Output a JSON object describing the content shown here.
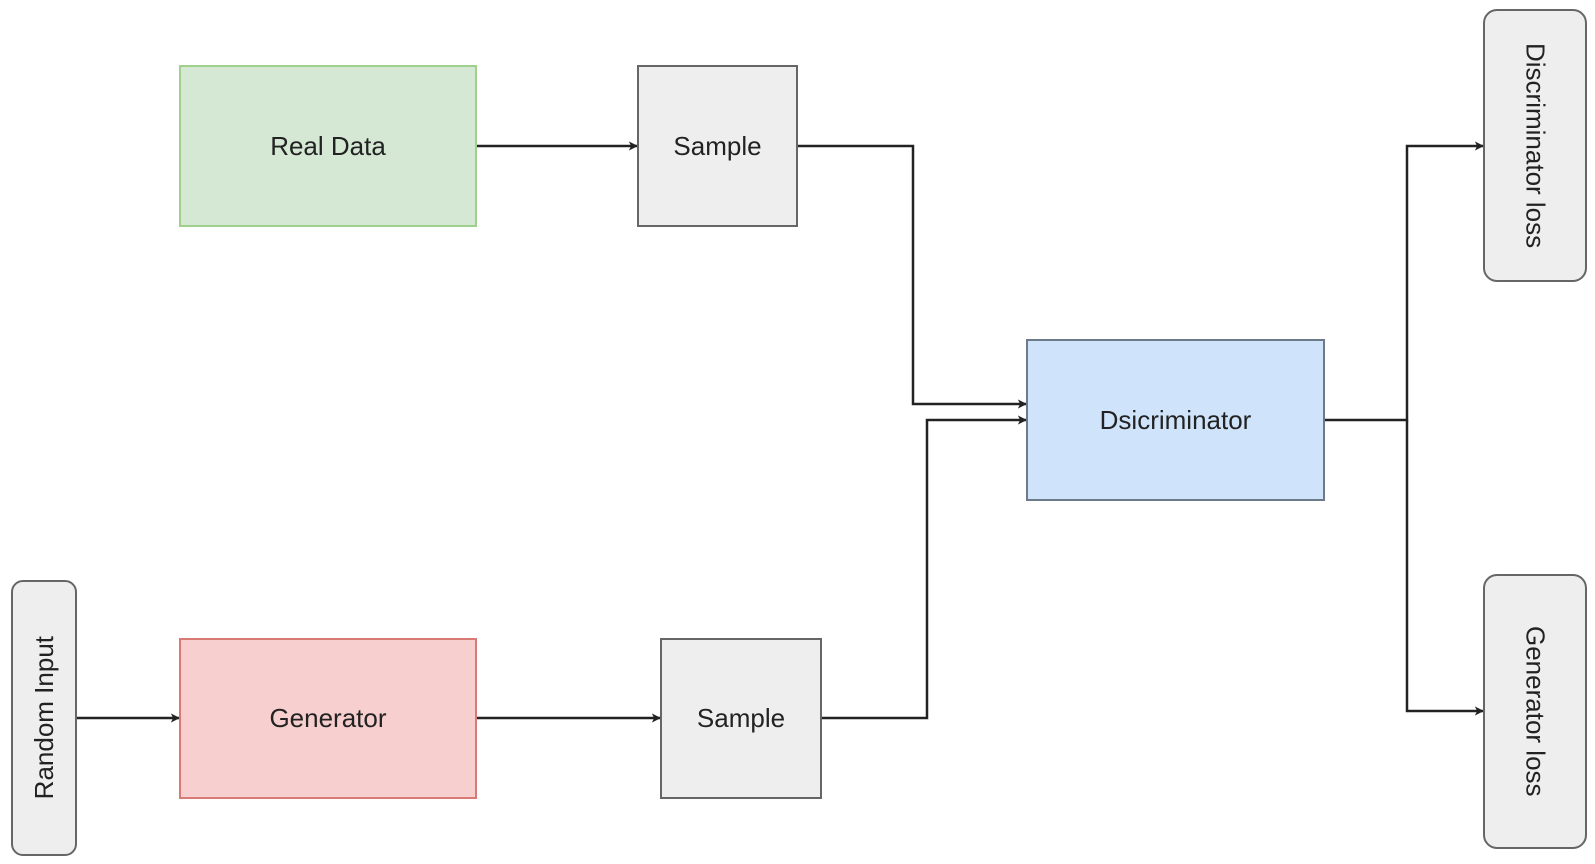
{
  "diagram": {
    "nodes": {
      "real_data": "Real Data",
      "sample_top": "Sample",
      "discriminator": "Dsicriminator",
      "random_input": "Random Input",
      "generator": "Generator",
      "sample_bottom": "Sample",
      "discriminator_loss": "Discriminator loss",
      "generator_loss": "Generator loss"
    },
    "edges": [
      {
        "from": "real_data",
        "to": "sample_top"
      },
      {
        "from": "sample_top",
        "to": "discriminator"
      },
      {
        "from": "random_input",
        "to": "generator"
      },
      {
        "from": "generator",
        "to": "sample_bottom"
      },
      {
        "from": "sample_bottom",
        "to": "discriminator"
      },
      {
        "from": "discriminator",
        "to": "discriminator_loss"
      },
      {
        "from": "discriminator",
        "to": "generator_loss"
      }
    ],
    "colors": {
      "real_data_fill": "#d5e8d4",
      "generator_fill": "#f6cfce",
      "discriminator_fill": "#cfe3fb",
      "neutral_fill": "#eeeeee",
      "edge": "#222222"
    }
  }
}
